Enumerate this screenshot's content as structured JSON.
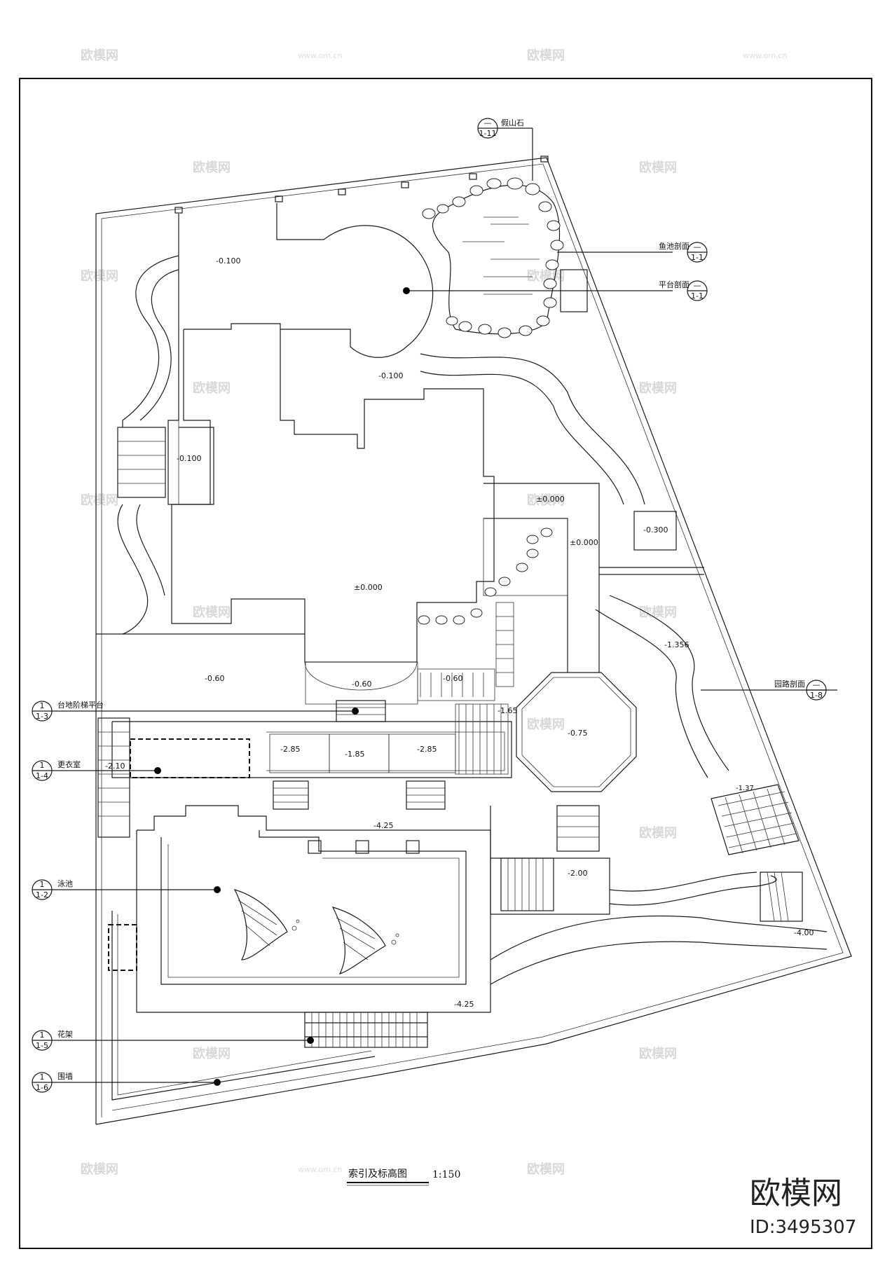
{
  "drawing": {
    "title": "索引及标高图",
    "scale": "1:150"
  },
  "brand": {
    "name": "欧模网",
    "id": "ID:3495307"
  },
  "watermark": {
    "text": "欧模网",
    "url": "www.om.cn"
  },
  "levels": {
    "top_terrace": "-0.100",
    "mid_terrace": "-0.100",
    "side_terrace": "-0.100",
    "house": "±0.000",
    "east_deck": "±0.000",
    "east_deck2": "±0.000",
    "pavilion_box": "-0.300",
    "path_east": "-1.356",
    "lawn_west": "-0.60",
    "step_mid": "-0.60",
    "step_mid2": "-0.60",
    "octagon_edge": "-1.65",
    "octagon": "-0.75",
    "trellis_sq": "-1.37",
    "lower_left": "-2.85",
    "lower_mid": "-1.85",
    "lower_right": "-2.85",
    "changing_room": "-2.10",
    "pool_top": "-4.25",
    "pool_bottom": "-4.25",
    "stair_low": "-2.00",
    "se_corner": "-4.00"
  },
  "callouts": {
    "rock_mound": "假山石",
    "fish_pond": "鱼池剖面",
    "platform": "平台剖面",
    "garden_path": "园路剖面",
    "terrace_stair": "台地阶梯平台",
    "changing": "更衣室",
    "pool": "泳池",
    "pergola": "花架",
    "wall": "围墙"
  },
  "refs": {
    "rock_mound": {
      "top": "—",
      "bottom": "1-11"
    },
    "fish_pond": {
      "top": "—",
      "bottom": "1-1"
    },
    "platform": {
      "top": "—",
      "bottom": "1-1"
    },
    "garden_path": {
      "top": "—",
      "bottom": "1-8"
    },
    "terrace_stair": {
      "top": "1",
      "bottom": "1-3"
    },
    "changing": {
      "top": "1",
      "bottom": "1-4"
    },
    "pool": {
      "top": "1",
      "bottom": "1-2"
    },
    "pergola": {
      "top": "1",
      "bottom": "1-5"
    },
    "wall": {
      "top": "1",
      "bottom": "1-6"
    }
  }
}
